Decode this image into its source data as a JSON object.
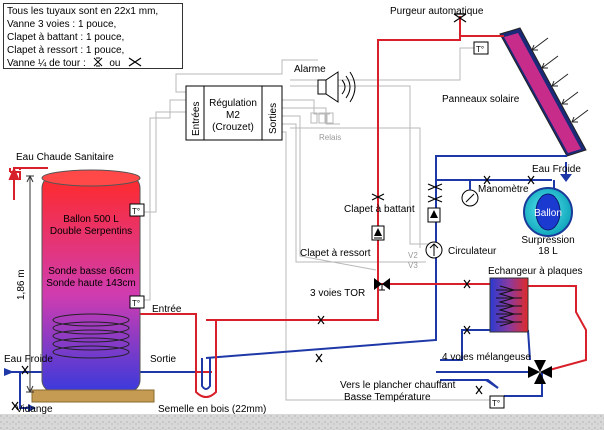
{
  "note": {
    "line1": "Tous les tuyaux sont en 22x1 mm,",
    "line2": "Vanne 3 voies : 1 pouce,",
    "line3": "Clapet à battant : 1 pouce,",
    "line4": "Clapet à ressort : 1 pouce,",
    "line5_a": "Vanne ¼ de tour :",
    "line5_b": "ou"
  },
  "labels": {
    "purgeur": "Purgeur automatique",
    "alarme": "Alarme",
    "panneaux": "Panneaux solaire",
    "reg_entrees": "Entrées",
    "reg_title1": "Régulation",
    "reg_title2": "M2",
    "reg_title3": "(Crouzet)",
    "reg_sorties": "Sorties",
    "relais": "Relais",
    "eau_chaude": "Eau Chaude Sanitaire",
    "eau_froide_right": "Eau Froide",
    "manometre": "Manomètre",
    "ballon_sup1": "Ballon",
    "ballon_sup2": "Surpression",
    "ballon_sup3": "18 L",
    "clapet_battant": "Clapet à battant",
    "clapet_ressort": "Clapet à ressort",
    "circulateur": "Circulateur",
    "v2": "V2",
    "v3": "V3",
    "echangeur": "Echangeur à plaques",
    "trois_voies": "3 voies TOR",
    "ballon1": "Ballon 500 L",
    "ballon2": "Double Serpentins",
    "sonde1": "Sonde basse 66cm",
    "sonde2": "Sonde haute 143cm",
    "hauteur": "1,86 m",
    "entree": "Entrée",
    "sortie": "Sortie",
    "eau_froide_left": "Eau Froide",
    "vidange": "Vidange",
    "semelle": "Semelle en bois (22mm)",
    "quatre_voies": "4 voies mélangeuse",
    "plancher1": "Vers le plancher chauffant",
    "plancher2": "Basse Température",
    "t_sensor": "T°"
  }
}
